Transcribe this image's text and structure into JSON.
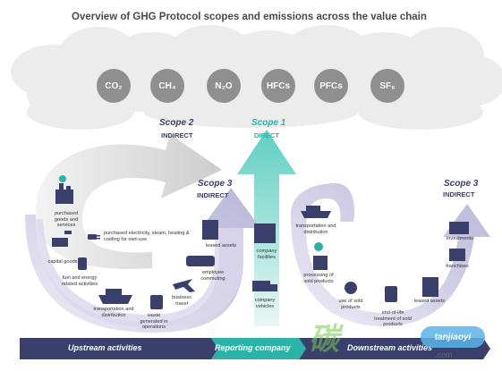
{
  "title": "Overview of GHG Protocol scopes and emissions across the value chain",
  "gases": [
    "CO₂",
    "CH₄",
    "N₂O",
    "HFCs",
    "PFCs",
    "SF₆"
  ],
  "scope2": {
    "title": "Scope 2",
    "subtitle": "INDIRECT"
  },
  "scope1": {
    "title": "Scope 1",
    "subtitle": "DIRECT"
  },
  "scope3_up": {
    "title": "Scope 3",
    "subtitle": "INDIRECT"
  },
  "scope3_down": {
    "title": "Scope 3",
    "subtitle": "INDIRECT"
  },
  "upstream_labels": {
    "purchased_goods": "purchased goods and services",
    "purchased_electricity": "purchased electricity, steam, heating & cooling for own use",
    "capital_goods": "capital goods",
    "fuel_energy": "fuel and energy related activities",
    "transport_up": "transportation and distribution",
    "waste": "waste generated in operations",
    "business_travel": "business travel",
    "employee_commuting": "employee commuting",
    "leased_assets_up": "leased assets"
  },
  "company_labels": {
    "facilities": "company facilities",
    "vehicles": "company vehicles"
  },
  "downstream_labels": {
    "transport_down": "transportation and distribution",
    "processing": "processing of sold products",
    "use": "use of sold products",
    "end_of_life": "end-of-life treatment of sold products",
    "leased_assets_down": "leased assets",
    "franchises": "franchises",
    "investments": "investments"
  },
  "bottom_bar": {
    "upstream": "Upstream activities",
    "reporting": "Reporting company",
    "downstream": "Downstream activities"
  },
  "watermark": {
    "brand": "碳",
    "badge": "tanjiaoyi",
    "domain": ".com"
  },
  "colors": {
    "purple": "#3b3f6b",
    "teal": "#2bb3a8",
    "lavender": "#c9c6e2",
    "gray_arrow": "#cfcfcf"
  }
}
